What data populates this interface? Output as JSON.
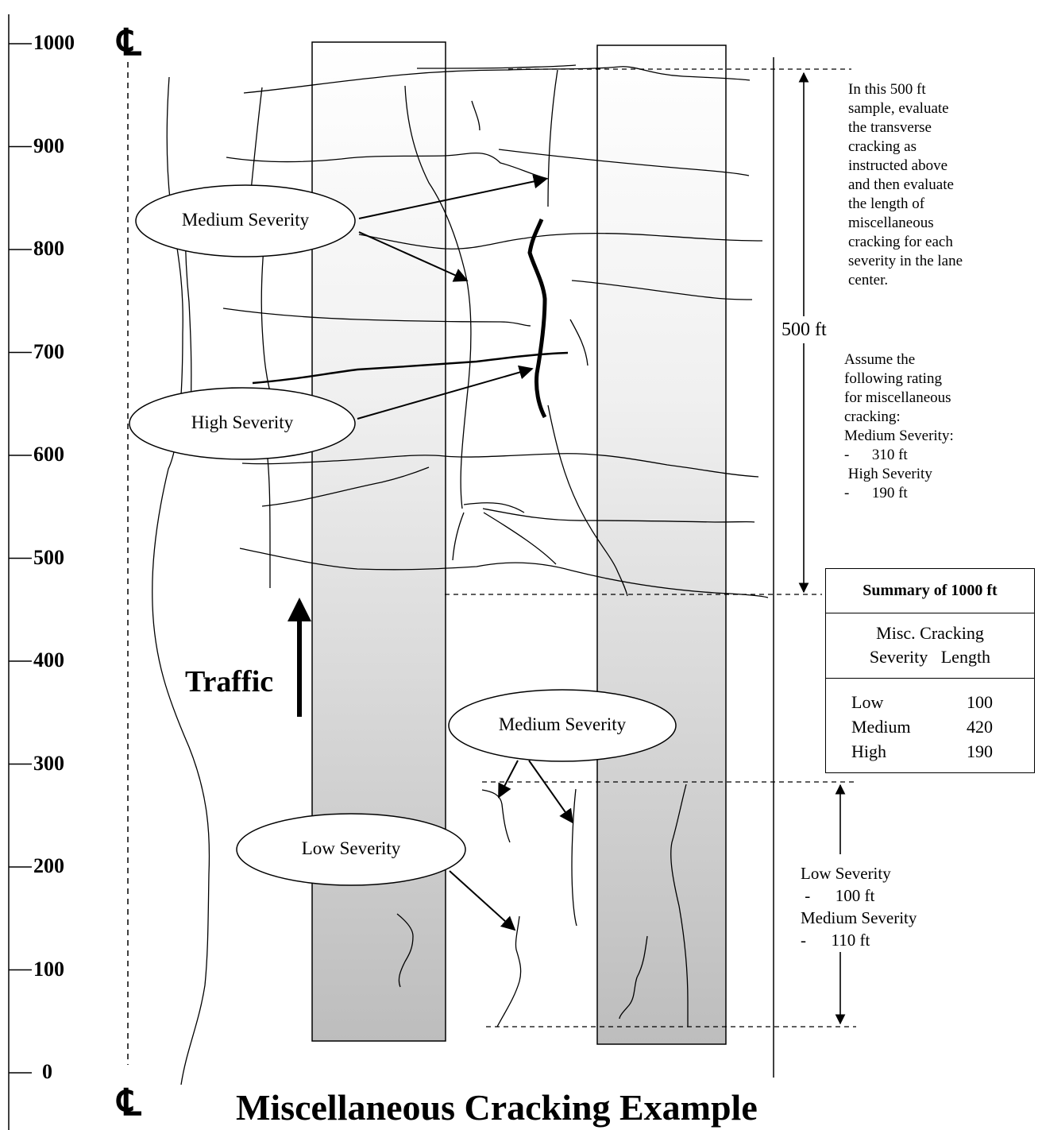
{
  "title": "Miscellaneous Cracking Example",
  "centerline_symbol": "℄",
  "scale_ticks": [
    "1000",
    "900",
    "800",
    "700",
    "600",
    "500",
    "400",
    "300",
    "200",
    "100",
    "0"
  ],
  "traffic_label": "Traffic",
  "dimension_500": "500 ft",
  "callouts": {
    "medium_upper": "Medium Severity",
    "high": "High Severity",
    "medium_lower": "Medium Severity",
    "low": "Low Severity"
  },
  "instructions": {
    "lines": [
      "In this 500 ft",
      "sample, evaluate",
      "the transverse",
      "cracking as",
      "instructed above",
      "and then evaluate",
      "the length of",
      "miscellaneous",
      "cracking for each",
      "severity in the lane",
      "center."
    ],
    "assume_lines": [
      "Assume the",
      "following rating",
      "for miscellaneous",
      "cracking:",
      "Medium Severity:",
      "-      310 ft",
      " High Severity",
      "-      190 ft"
    ]
  },
  "lower_section": {
    "lines": [
      "Low Severity",
      " -      100 ft",
      "Medium Severity",
      "-      110 ft"
    ]
  },
  "summary": {
    "title": "Summary of 1000 ft",
    "header_line1": "Misc. Cracking",
    "header_line2": "Severity   Length",
    "rows": [
      {
        "severity": "Low",
        "length": "100"
      },
      {
        "severity": "Medium",
        "length": "420"
      },
      {
        "severity": "High",
        "length": "190"
      }
    ]
  }
}
